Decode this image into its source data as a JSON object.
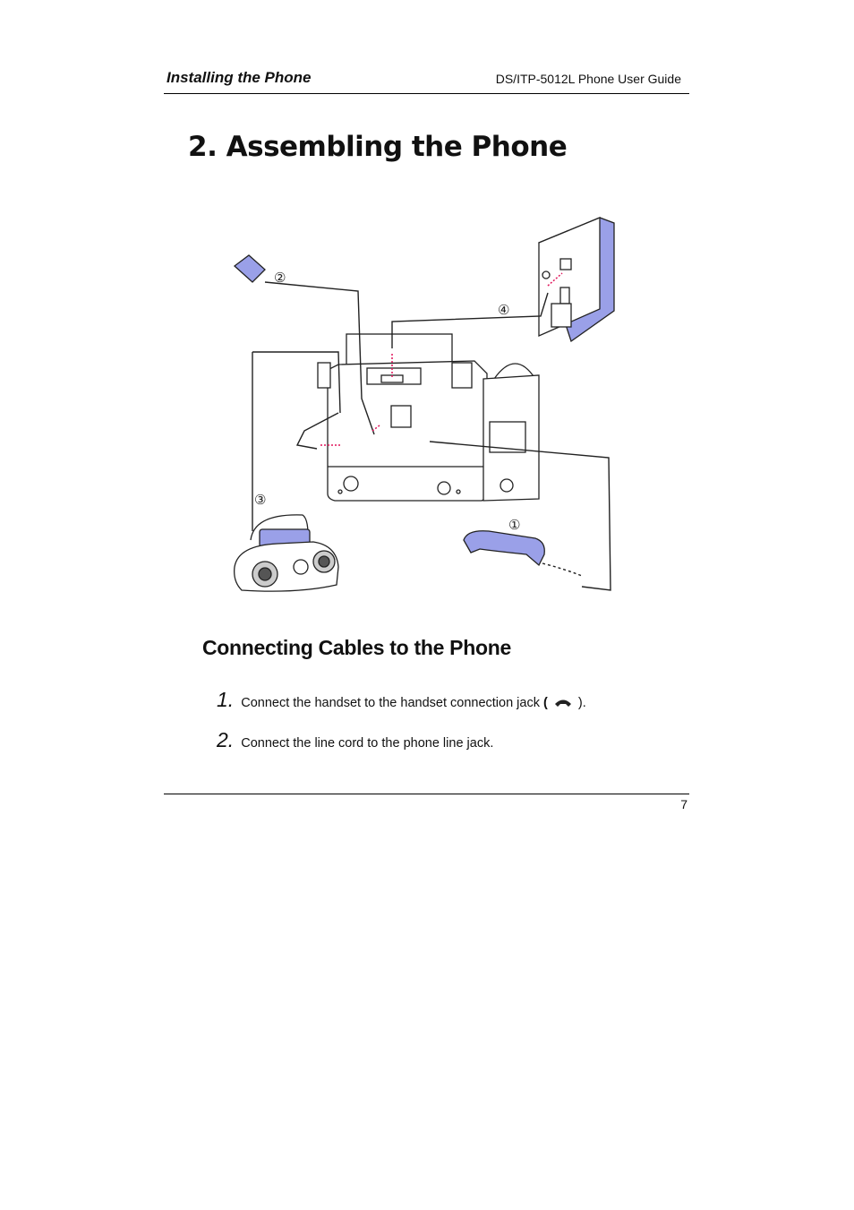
{
  "header": {
    "section": "Installing the Phone",
    "guide": "DS/ITP-5012L Phone User Guide"
  },
  "title": "2. Assembling the Phone",
  "diagram": {
    "labels": [
      "①",
      "②",
      "③",
      "④"
    ],
    "colors": {
      "accent": "#9aa0e8",
      "line": "#222222",
      "highlight": "#e0145a"
    }
  },
  "section_heading": "Connecting Cables to the Phone",
  "steps": [
    {
      "num": "1.",
      "text": "Connect the handset to the handset connection jack",
      "open": "(",
      "close": ").",
      "icon": "handset-jack-icon"
    },
    {
      "num": "2.",
      "text": "Connect the line cord to the phone line jack."
    }
  ],
  "page_number": "7"
}
